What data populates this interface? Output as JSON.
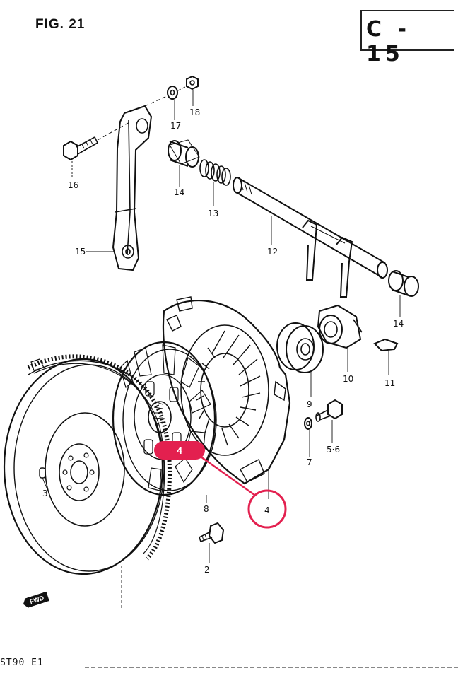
{
  "figure": {
    "title": "FIG. 21",
    "code": "C - 15",
    "footer_code": "ST90 E1",
    "fwd_label": "FWD"
  },
  "callout": {
    "badge_label": "4",
    "circle_label": "4",
    "badge_color": "#e3204f"
  },
  "parts": [
    {
      "key": "p16",
      "label": "16"
    },
    {
      "key": "p17",
      "label": "17"
    },
    {
      "key": "p18",
      "label": "18"
    },
    {
      "key": "p14a",
      "label": "14"
    },
    {
      "key": "p13",
      "label": "13"
    },
    {
      "key": "p12",
      "label": "12"
    },
    {
      "key": "p15",
      "label": "15"
    },
    {
      "key": "p14b",
      "label": "14"
    },
    {
      "key": "p11",
      "label": "11"
    },
    {
      "key": "p10",
      "label": "10"
    },
    {
      "key": "p9",
      "label": "9"
    },
    {
      "key": "p56",
      "label": "5·6"
    },
    {
      "key": "p7",
      "label": "7"
    },
    {
      "key": "p8",
      "label": "8"
    },
    {
      "key": "p3",
      "label": "3"
    },
    {
      "key": "p2",
      "label": "2"
    }
  ]
}
